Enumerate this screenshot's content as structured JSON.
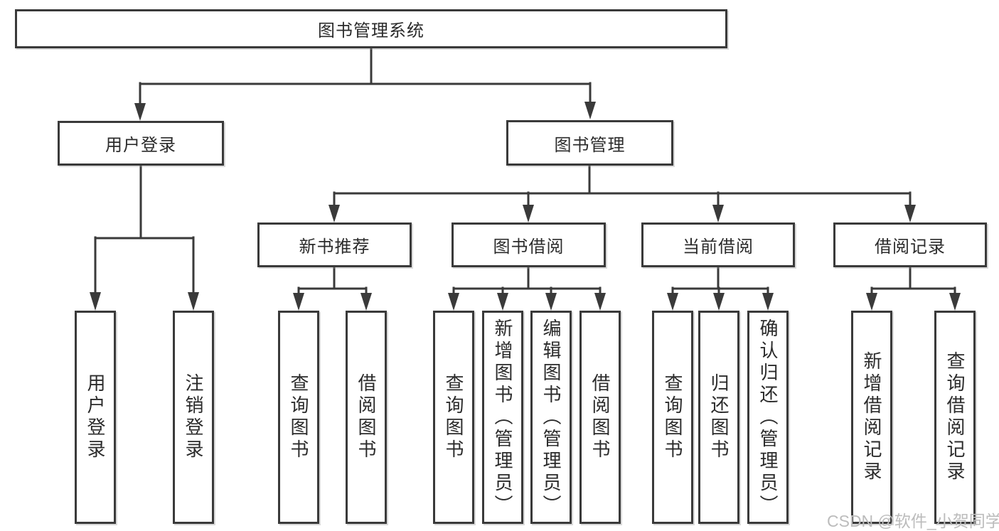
{
  "diagram": {
    "root": {
      "label": "图书管理系统"
    },
    "level2": [
      {
        "label": "用户登录"
      },
      {
        "label": "图书管理"
      }
    ],
    "level3": [
      {
        "label": "新书推荐"
      },
      {
        "label": "图书借阅"
      },
      {
        "label": "当前借阅"
      },
      {
        "label": "借阅记录"
      }
    ],
    "leaves": [
      {
        "label": "用户登录",
        "parent": "用户登录"
      },
      {
        "label": "注销登录",
        "parent": "用户登录"
      },
      {
        "label": "查询图书",
        "parent": "新书推荐"
      },
      {
        "label": "借阅图书",
        "parent": "新书推荐"
      },
      {
        "label": "查询图书",
        "parent": "图书借阅"
      },
      {
        "label": "新增图书（管理员）",
        "parent": "图书借阅"
      },
      {
        "label": "编辑图书（管理员）",
        "parent": "图书借阅"
      },
      {
        "label": "借阅图书",
        "parent": "图书借阅"
      },
      {
        "label": "查询图书",
        "parent": "当前借阅"
      },
      {
        "label": "归还图书",
        "parent": "当前借阅"
      },
      {
        "label": "确认归还（管理员）",
        "parent": "当前借阅"
      },
      {
        "label": "新增借阅记录",
        "parent": "借阅记录"
      },
      {
        "label": "查询借阅记录",
        "parent": "借阅记录"
      }
    ],
    "colors": {
      "line": "#3a3a3a",
      "text": "#2b2b2b",
      "background": "#ffffff",
      "watermark": "#bcbcbc"
    }
  },
  "watermark": {
    "text": "CSDN @软件_小贺同学"
  }
}
